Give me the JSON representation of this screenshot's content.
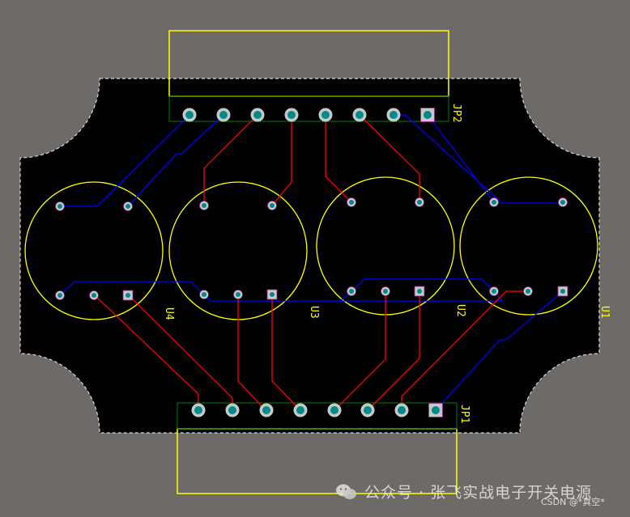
{
  "app": {
    "type": "PCB layout editor view",
    "background_color": "#6e6a68"
  },
  "board": {
    "fill_color": "#000000",
    "outline_color": "#d8d8d8",
    "outline_style": "dashed"
  },
  "colors": {
    "top_layer_trace": "#ff0000",
    "bottom_layer_trace": "#0000ff",
    "silkscreen": "#ffff00",
    "component_outline": "#008000",
    "pad": "#c8c8c8",
    "pad_hole": "#008b8b",
    "pad_outline": "#a020a0"
  },
  "components": [
    {
      "designator": "JP2",
      "type": "8-pin header",
      "position": "top"
    },
    {
      "designator": "JP1",
      "type": "8-pin header",
      "position": "bottom"
    },
    {
      "designator": "U4",
      "type": "round package",
      "position": "left"
    },
    {
      "designator": "U3",
      "type": "round package",
      "position": "center-left"
    },
    {
      "designator": "U2",
      "type": "round package",
      "position": "center-right"
    },
    {
      "designator": "U1",
      "type": "round package",
      "position": "right"
    }
  ],
  "watermark": {
    "icon": "wechat-icon",
    "text": "公众号 · 张飞实战电子开关电源",
    "credit": "CSDN @*真空*"
  }
}
